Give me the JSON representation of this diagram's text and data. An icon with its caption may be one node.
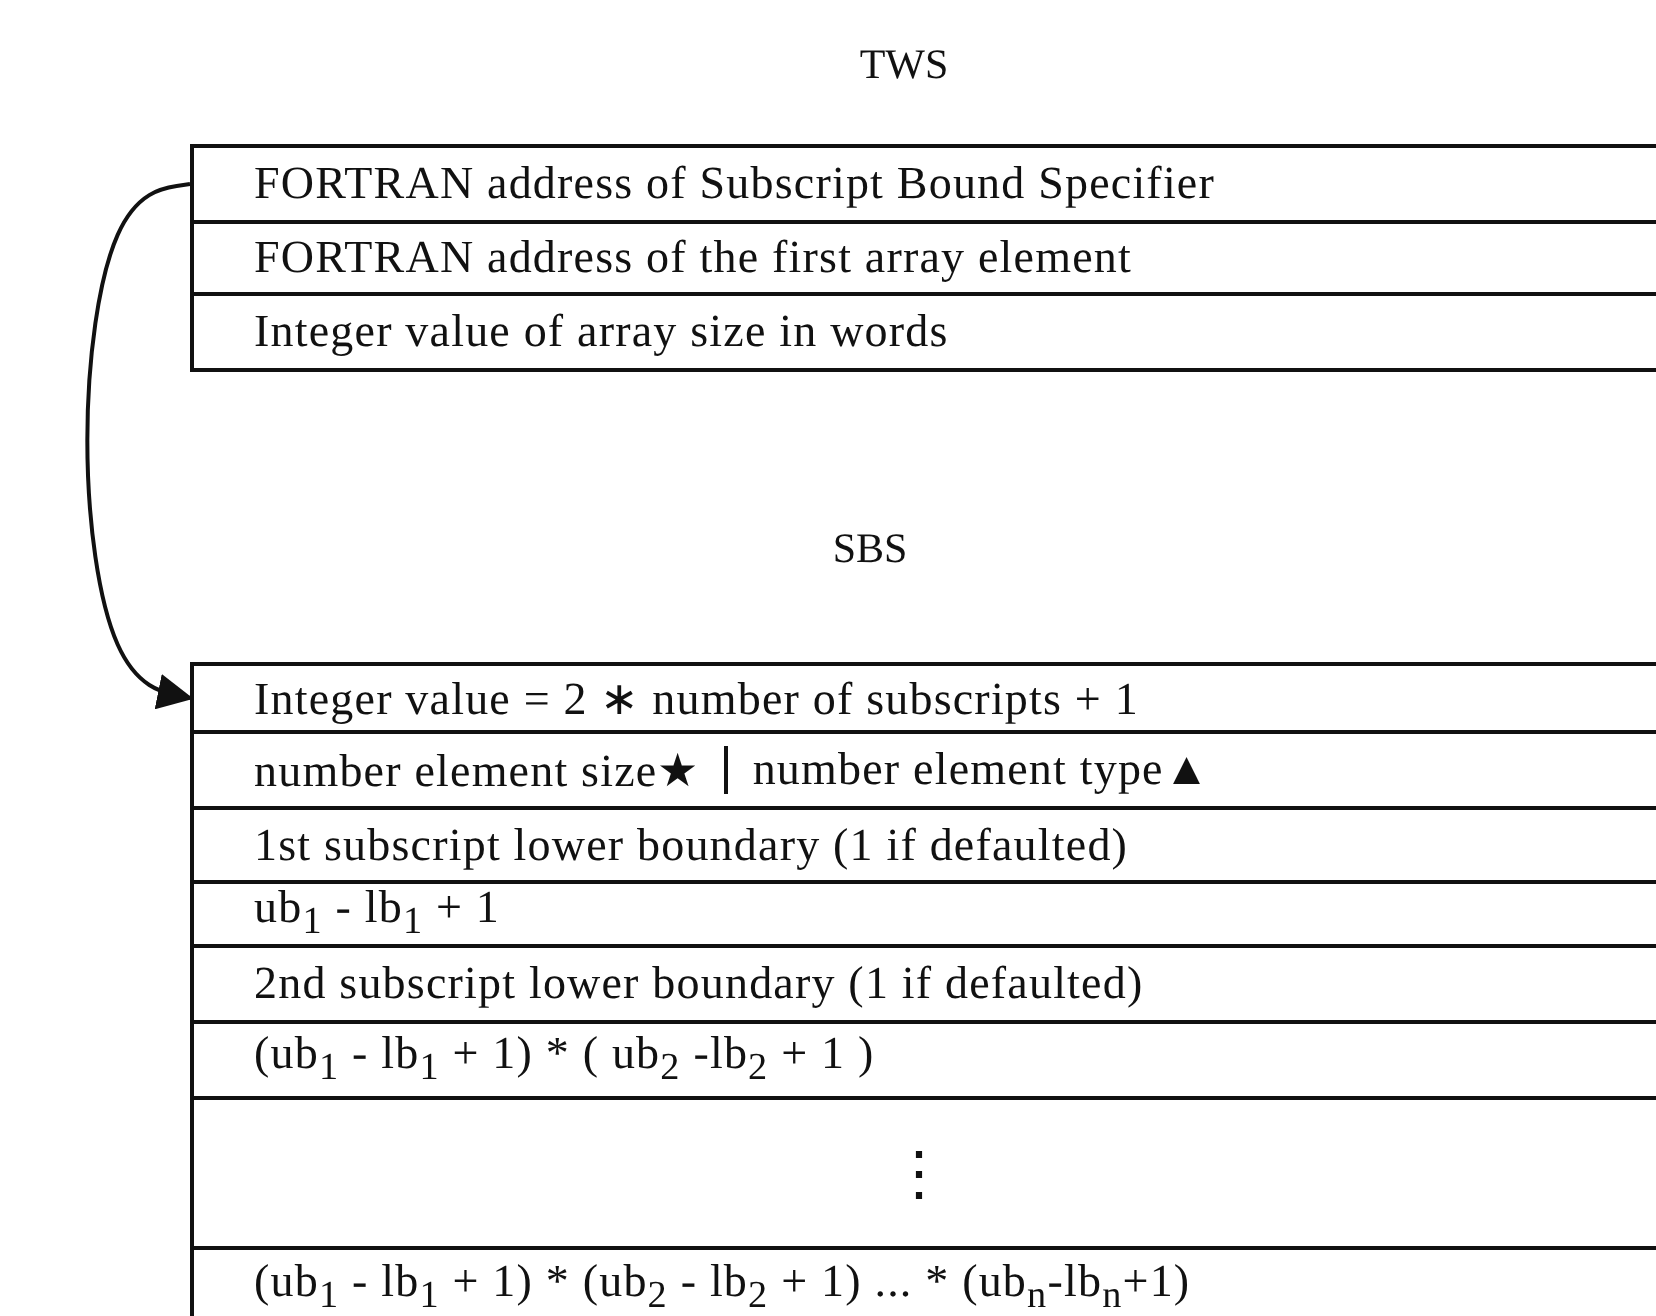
{
  "diagram": {
    "nodes": [
      {
        "text": [
          "FORTRAN address of Subscript Bound Specifier"
        ]
      },
      {
        "text": [
          "FORTRAN address of the first array element"
        ]
      },
      {
        "text": [
          "Integer value of array size in words"
        ]
      },
      {
        "text": [
          "Integer value = 2 ∗ number of subscripts + 1"
        ]
      },
      {
        "text": [
          "number element size★",
          "number element type▲"
        ]
      },
      {
        "text": [
          "1st subscript lower boundary (1 if defaulted)"
        ]
      },
      {
        "text": [
          "ub$_{1}$ - lb$_{1}$ + 1"
        ]
      },
      {
        "text": [
          "2nd subscript lower boundary (1 if defaulted)"
        ]
      },
      {
        "text": [
          "(ub$_{1}$ - lb$_{1}$ + 1) * ( ub$_{2}$ -lb$_{2}$ + 1 )"
        ]
      },
      {
        "text": [
          "⋮"
        ]
      },
      {
        "text": [
          "(ub$_{1}$ - lb$_{1}$ + 1) * (ub$_{2}$ - lb$_{2}$ + 1) ... * (ub$_{n}$-lb$_{n}$+1)"
        ]
      }
    ],
    "edges": [
      {
        "from": 0,
        "to": 3,
        "arrow": "to"
      }
    ],
    "labels": [
      "TWS",
      "SBS"
    ]
  }
}
